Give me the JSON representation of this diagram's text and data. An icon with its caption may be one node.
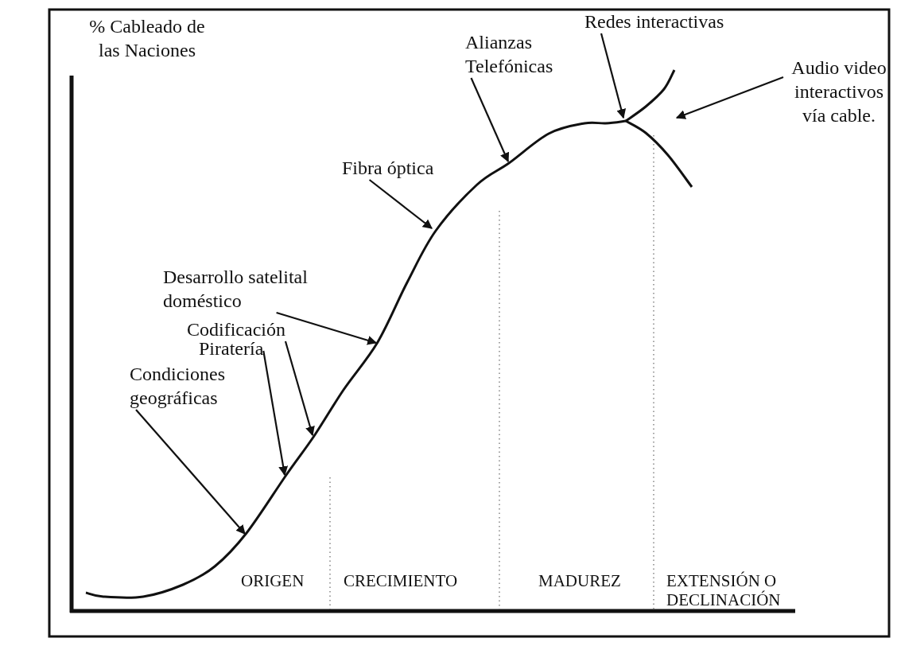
{
  "diagram": {
    "nodes": [
      {
        "text": [
          "Redes interactivas"
        ]
      },
      {
        "text": [
          "Alianzas Telefónicas"
        ]
      },
      {
        "text": [
          "Fibra óptica"
        ]
      },
      {
        "text": [
          "Audio video interactivos vía cable."
        ]
      },
      {
        "text": [
          "Desarrollo satelital doméstico"
        ]
      },
      {
        "text": [
          "Codificación"
        ]
      },
      {
        "text": [
          "Piratería"
        ]
      },
      {
        "text": [
          "Condiciones geográficas"
        ]
      }
    ],
    "edges": [
      {
        "from": 0,
        "to": null,
        "arrow": "to"
      },
      {
        "from": 1,
        "to": null,
        "arrow": "to"
      },
      {
        "from": 2,
        "to": null,
        "arrow": "to"
      },
      {
        "from": 3,
        "to": null,
        "arrow": "to"
      },
      {
        "from": 4,
        "to": null,
        "arrow": "to"
      },
      {
        "from": 5,
        "to": null,
        "arrow": "to"
      },
      {
        "from": 6,
        "to": null,
        "arrow": "to"
      },
      {
        "from": 7,
        "to": null,
        "arrow": "to"
      }
    ],
    "labels": [
      "% Cableado de las Naciones",
      "ORIGEN",
      "CRECIMIENTO",
      "MADUREZ",
      "EXTENSIÓN O DECLINACIÓN"
    ]
  }
}
